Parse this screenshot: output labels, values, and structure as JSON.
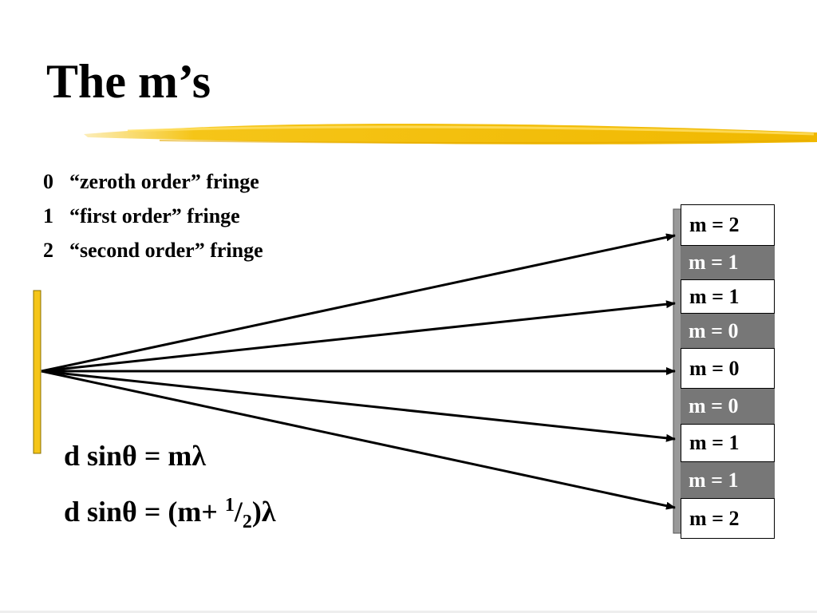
{
  "slide": {
    "title": "The m’s",
    "accent_color": "#F5C518"
  },
  "orders": [
    {
      "num": "0",
      "label": "“zeroth order” fringe"
    },
    {
      "num": "1",
      "label": "“first order” fringe"
    },
    {
      "num": "2",
      "label": "“second order” fringe"
    }
  ],
  "fringes": [
    {
      "label": "m = 2",
      "shade": "bright"
    },
    {
      "label": "m = 1",
      "shade": "dark"
    },
    {
      "label": "m = 1",
      "shade": "bright"
    },
    {
      "label": "m = 0",
      "shade": "dark"
    },
    {
      "label": "m = 0",
      "shade": "bright"
    },
    {
      "label": "m = 0",
      "shade": "dark"
    },
    {
      "label": "m = 1",
      "shade": "bright"
    },
    {
      "label": "m = 1",
      "shade": "dark"
    },
    {
      "label": "m = 2",
      "shade": "bright"
    }
  ],
  "equations": {
    "bright": {
      "lhs": "d sinθ = m",
      "lambda": "λ"
    },
    "dark": {
      "lhs": "d sinθ = (m+ ",
      "num": "1",
      "slash": "/",
      "den": "2",
      "close": ")",
      "lambda": "λ"
    }
  }
}
